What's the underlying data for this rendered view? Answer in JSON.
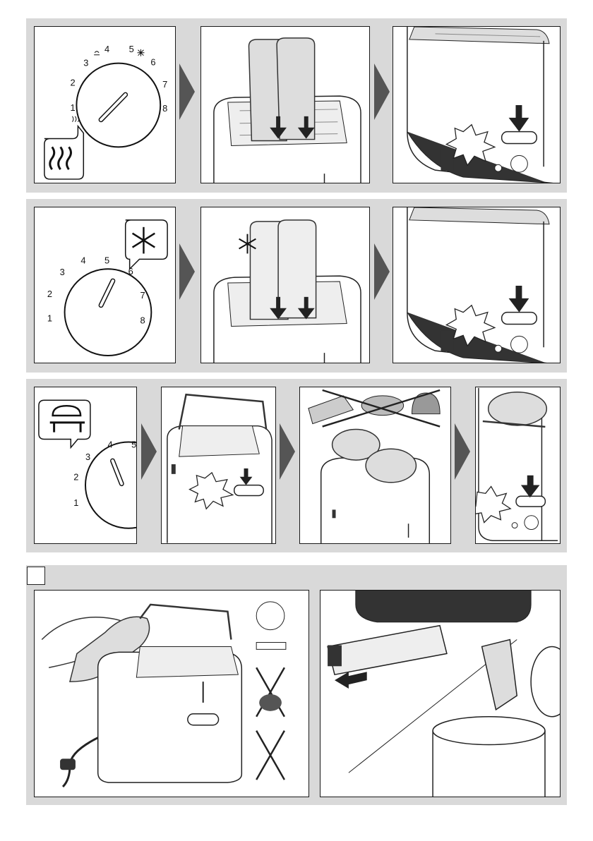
{
  "dial": {
    "numbers": [
      "1",
      "2",
      "3",
      "4",
      "5",
      "6",
      "7",
      "8"
    ],
    "partial_numbers": [
      "1",
      "2",
      "3",
      "4",
      "5"
    ]
  },
  "colors": {
    "band": "#d9d9d9",
    "arrow": "#555555",
    "line": "#1a1a1a",
    "toaster_dark": "#333333"
  },
  "icons": {
    "defrost": "snowflake-icon",
    "reheat": "bun-warmer-icon",
    "lowest": "heat-waves-icon"
  }
}
